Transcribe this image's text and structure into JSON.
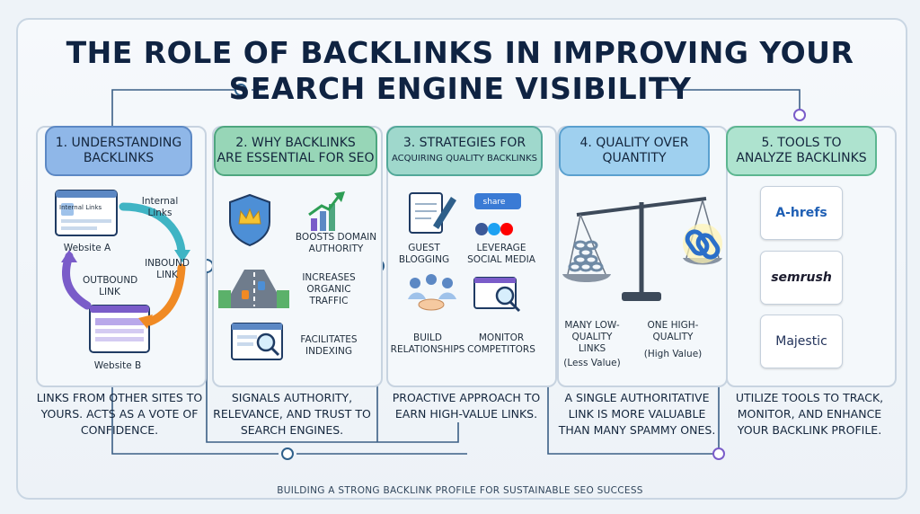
{
  "title": {
    "line1": "THE ROLE OF BACKLINKS IN IMPROVING YOUR",
    "line2": "SEARCH ENGINE VISIBILITY"
  },
  "sections": [
    {
      "heading_line1": "1. UNDERSTANDING",
      "heading_line2": "BACKLINKS",
      "labels": {
        "internal_links": "Internal Links",
        "browser_a_text": "Internal Links",
        "website_a": "Website A",
        "inbound_link": "INBOUND LINK",
        "outbound_link": "OUTBOUND LINK",
        "website_b": "Website B"
      },
      "description": "LINKS FROM OTHER SITES TO YOURS. ACTS AS A VOTE OF CONFIDENCE."
    },
    {
      "heading_line1": "2. WHY BACKLINKS",
      "heading_line2": "ARE ESSENTIAL FOR SEO",
      "items": [
        "BOOSTS DOMAIN AUTHORITY",
        "INCREASES ORGANIC TRAFFIC",
        "FACILITATES INDEXING"
      ],
      "description": "SIGNALS AUTHORITY, RELEVANCE, AND TRUST TO SEARCH ENGINES."
    },
    {
      "heading_line1": "3. STRATEGIES FOR",
      "heading_line2": "ACQUIRING QUALITY BACKLINKS",
      "items": [
        "GUEST BLOGGING",
        "LEVERAGE SOCIAL MEDIA",
        "BUILD RELATIONSHIPS",
        "MONITOR COMPETITORS"
      ],
      "share_label": "share",
      "description": "PROACTIVE APPROACH TO EARN HIGH-VALUE LINKS."
    },
    {
      "heading_line1": "4. QUALITY OVER",
      "heading_line2": "QUANTITY",
      "left_label": "MANY LOW-QUALITY LINKS",
      "left_note": "(Less Value)",
      "right_label": "ONE HIGH-QUALITY",
      "right_note": "(High Value)",
      "description": "A SINGLE AUTHORITATIVE LINK IS MORE VALUABLE THAN MANY SPAMMY ONES."
    },
    {
      "heading_line1": "5. TOOLS TO",
      "heading_line2": "ANALYZE BACKLINKS",
      "tools": [
        "A-hrefs",
        "semrush",
        "Majestic"
      ],
      "description": "UTILIZE TOOLS TO TRACK, MONITOR, AND ENHANCE YOUR BACKLINK PROFILE."
    }
  ],
  "footer": "BUILDING A STRONG BACKLINK PROFILE FOR SUSTAINABLE SEO SUCCESS",
  "icons": [
    "browser-icon",
    "arrow-loop-icon",
    "shield-crown-icon",
    "growth-chart-icon",
    "road-traffic-icon",
    "indexing-magnifier-icon",
    "notepad-pen-icon",
    "social-share-icon",
    "handshake-team-icon",
    "competitor-monitor-icon",
    "balance-scale-icon",
    "chain-link-icon",
    "ahrefs-logo",
    "semrush-logo",
    "majestic-logo"
  ],
  "colors": {
    "title": "#0f2342",
    "accent_blue": "#5c88c4",
    "accent_green": "#4ea67f",
    "orange": "#f08a24",
    "purple": "#7a5cc9"
  }
}
